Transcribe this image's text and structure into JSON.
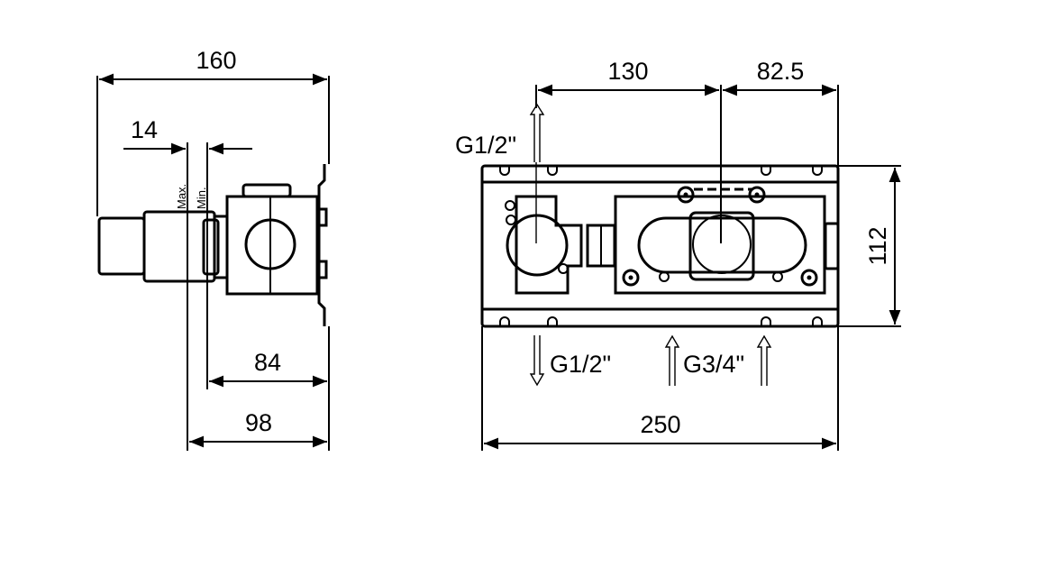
{
  "drawing": {
    "side_view": {
      "dimensions": {
        "overall_depth": "160",
        "adjustment": "14",
        "min_depth": "84",
        "max_depth": "98"
      },
      "labels": {
        "max": "Max.",
        "min": "Min."
      }
    },
    "front_view": {
      "dimensions": {
        "spacing_outlet_to_inlet": "130",
        "spacing_inlet_to_edge": "82.5",
        "height": "112",
        "width": "250"
      },
      "connections": {
        "top_outlet": "G1/2\"",
        "bottom_outlet": "G1/2\"",
        "inlets": "G3/4\""
      }
    },
    "colors": {
      "line": "#000000",
      "background": "#ffffff"
    }
  }
}
